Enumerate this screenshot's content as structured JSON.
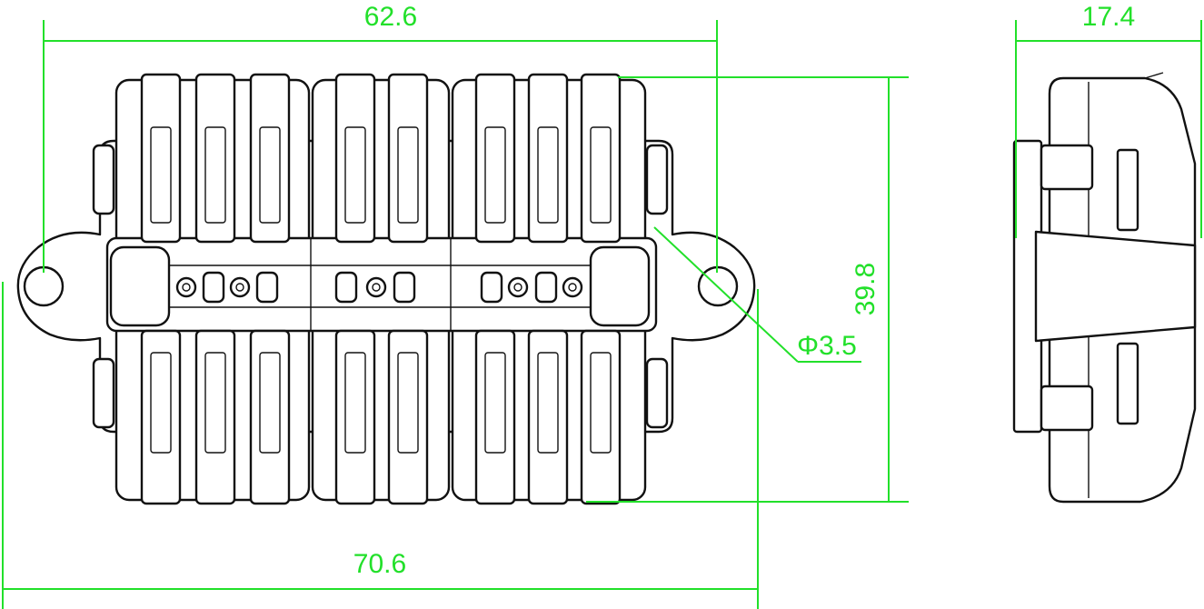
{
  "dimensions": {
    "top_width": "62.6",
    "bottom_width": "70.6",
    "height": "39.8",
    "hole_diameter": "Φ3.5",
    "side_width": "17.4"
  },
  "colors": {
    "dimension_lines": "#22e02a",
    "part_outline": "#111111",
    "background": "#ffffff"
  }
}
